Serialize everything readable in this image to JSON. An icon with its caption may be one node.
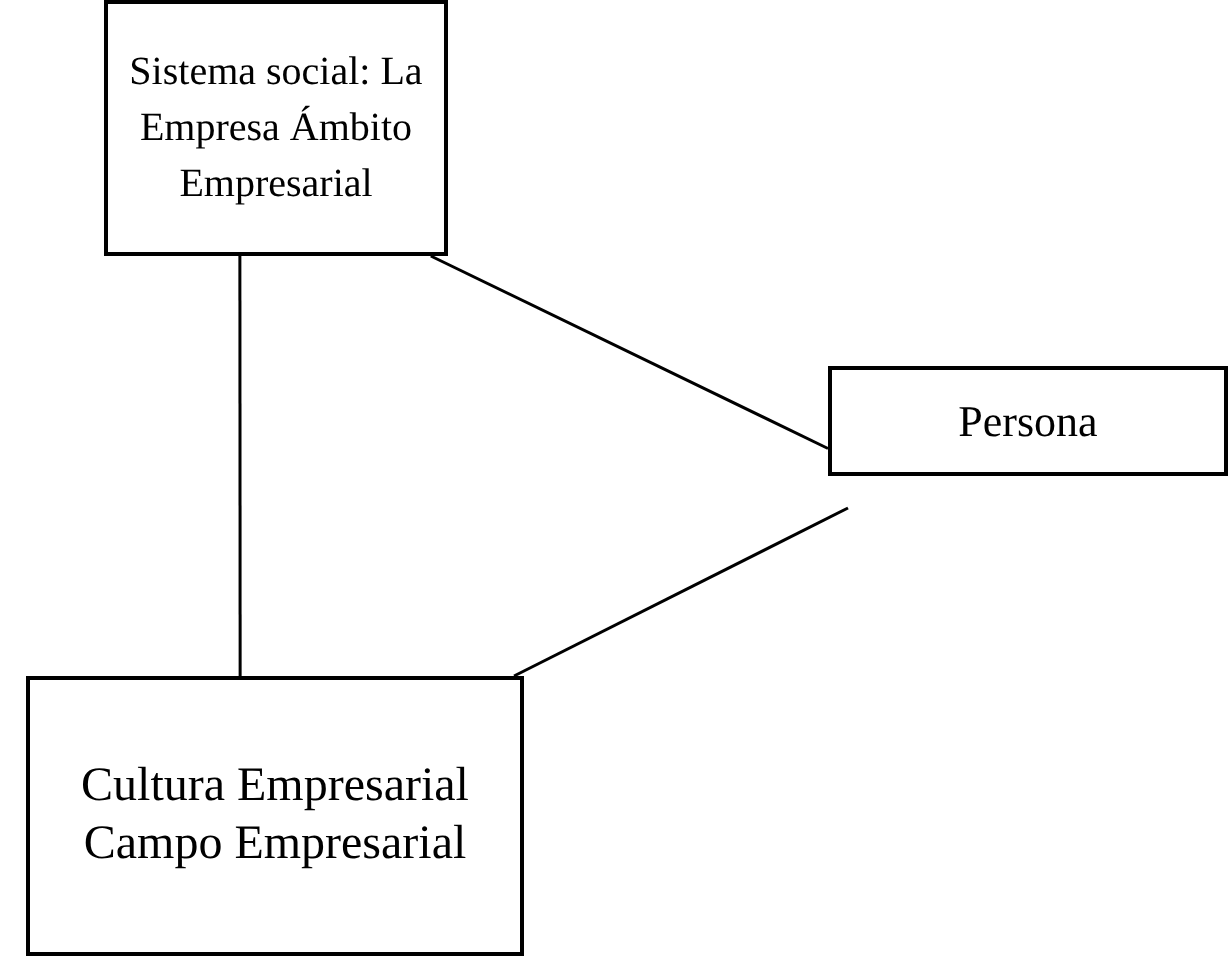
{
  "diagram": {
    "nodes": [
      {
        "text": [
          "Sistema social: La Empresa Ámbito Empresarial"
        ]
      },
      {
        "text": [
          "Persona"
        ]
      },
      {
        "text": [
          "Cultura Empresarial Campo Empresarial"
        ]
      }
    ],
    "edges": [
      {
        "from": 0,
        "to": 2,
        "arrow": "none"
      },
      {
        "from": 0,
        "to": 1,
        "arrow": "none"
      },
      {
        "from": 2,
        "to": 1,
        "arrow": "none"
      }
    ]
  }
}
